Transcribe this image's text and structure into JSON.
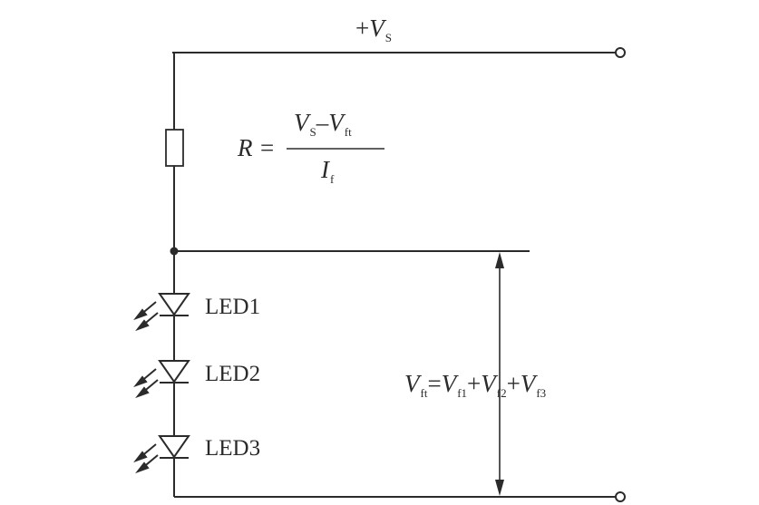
{
  "supply": {
    "sign": "+",
    "symbol": "V",
    "subscript": "S"
  },
  "resistor_formula": {
    "lhs": "R =",
    "num_a": "V",
    "num_a_sub": "S",
    "minus": "–",
    "num_b": "V",
    "num_b_sub": "ft",
    "den": "I",
    "den_sub": "f"
  },
  "leds": [
    {
      "label": "LED1"
    },
    {
      "label": "LED2"
    },
    {
      "label": "LED3"
    }
  ],
  "voltage_sum": {
    "lhs": "V",
    "lhs_sub": "ft",
    "eq": "=",
    "t1": "V",
    "t1_sub": "f1",
    "p1": "+",
    "t2": "V",
    "t2_sub": "f2",
    "p2": "+",
    "t3": "V",
    "t3_sub": "f3"
  },
  "colors": {
    "ink": "#2b2b2b",
    "background": "#ffffff"
  }
}
